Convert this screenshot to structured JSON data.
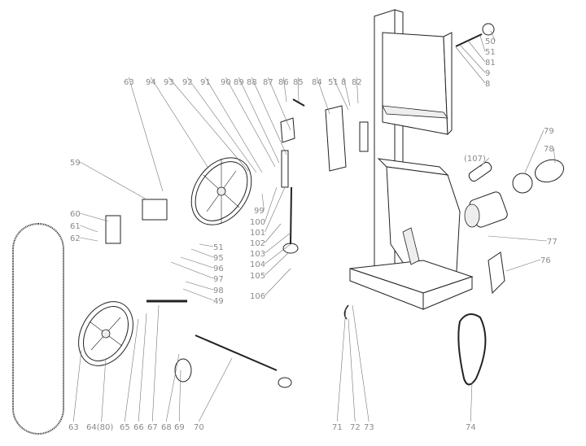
{
  "labels": {
    "top": [
      "63",
      "94",
      "93",
      "92",
      "91",
      "90",
      "89",
      "88",
      "87",
      "86",
      "85",
      "84",
      "51",
      "8",
      "82"
    ],
    "right_top": [
      "50",
      "51",
      "81",
      "9",
      "8"
    ],
    "left": [
      "59",
      "60",
      "61",
      "62"
    ],
    "right": [
      "79",
      "78",
      "(107)",
      "77",
      "76"
    ],
    "center_right": [
      "99",
      "100",
      "101",
      "102",
      "103",
      "104",
      "105",
      "106"
    ],
    "center_left": [
      "51",
      "95",
      "96",
      "97",
      "98",
      "49"
    ],
    "bottom": [
      "63",
      "64(80)",
      "65",
      "66",
      "67",
      "68",
      "69",
      "70",
      "71",
      "72",
      "73",
      "74"
    ]
  },
  "colors": {
    "line": "#222222",
    "label": "#8a8a8a",
    "background": "#ffffff"
  }
}
